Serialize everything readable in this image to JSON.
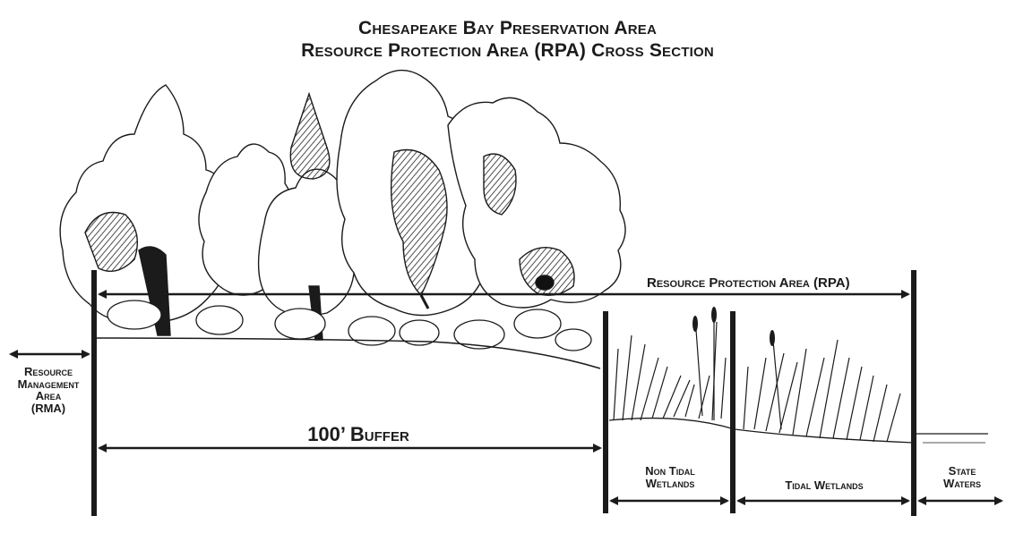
{
  "title": {
    "line1": "Chesapeake Bay Preservation Area",
    "line2": "Resource Protection Area (RPA) Cross Section"
  },
  "labels": {
    "rpa": "Resource Protection Area (RPA)",
    "rma_line1": "Resource",
    "rma_line2": "Management",
    "rma_line3": "Area",
    "rma_line4": "(RMA)",
    "buffer": "100’ Buffer",
    "non_tidal_line1": "Non Tidal",
    "non_tidal_line2": "Wetlands",
    "tidal": "Tidal Wetlands",
    "state_line1": "State",
    "state_line2": "Waters"
  },
  "colors": {
    "ink": "#1b1b1b",
    "background": "#ffffff"
  }
}
